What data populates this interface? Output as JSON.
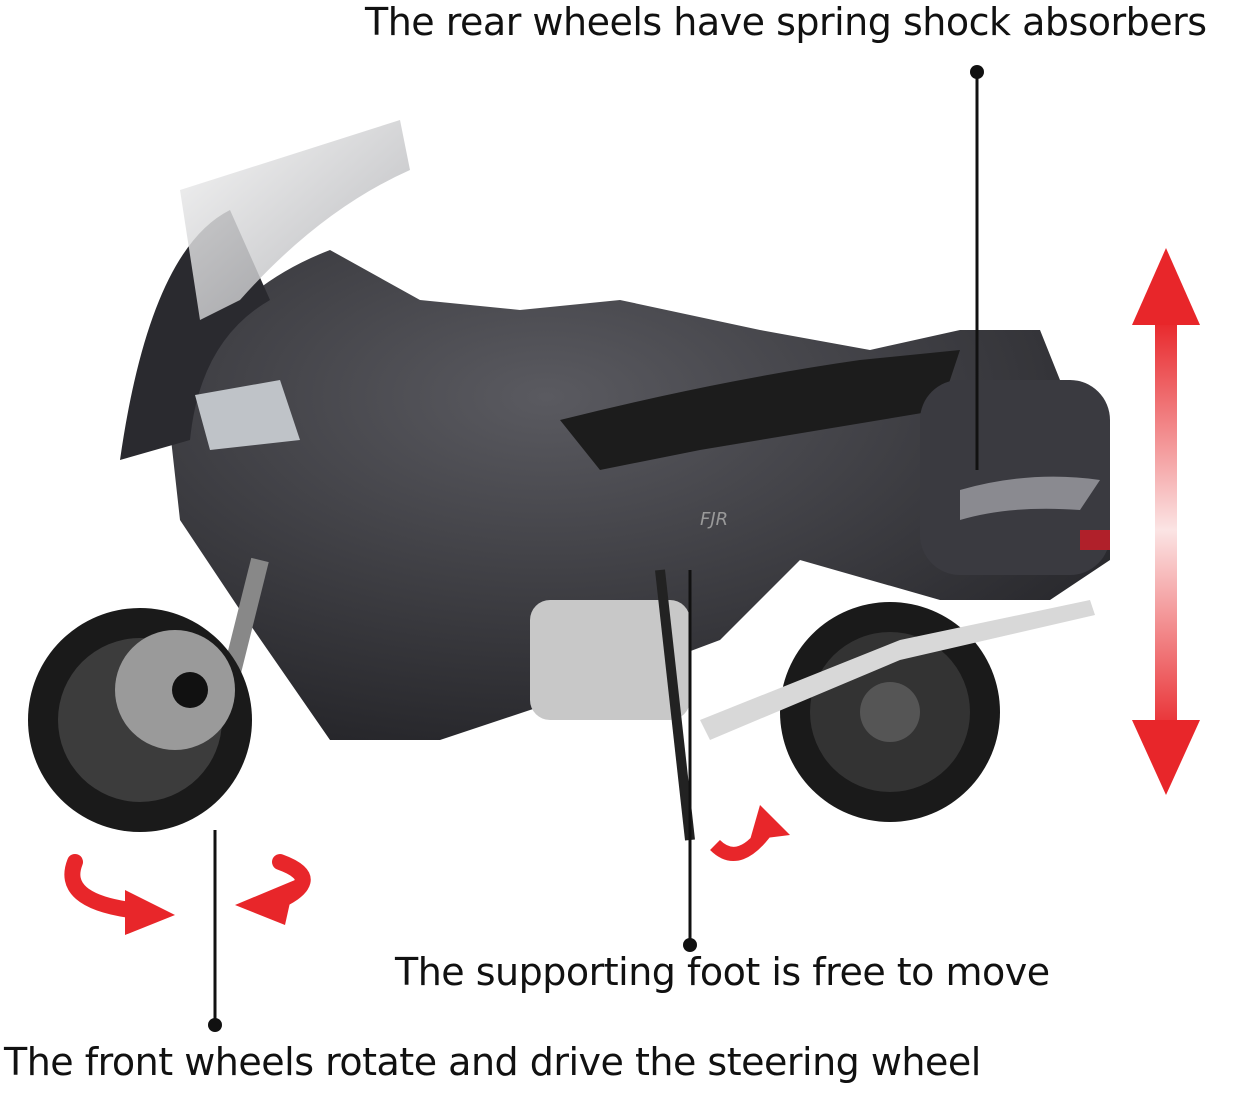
{
  "captions": {
    "rear": "The rear wheels have spring shock absorbers",
    "foot": "The supporting foot is free to move",
    "front": "The front wheels rotate and drive the steering wheel"
  },
  "badge_text": "FJR",
  "colors": {
    "body": "#2e2e33",
    "tire": "#1a1a1a",
    "chrome": "#c8c8c8",
    "arrow": "#e8262a"
  }
}
